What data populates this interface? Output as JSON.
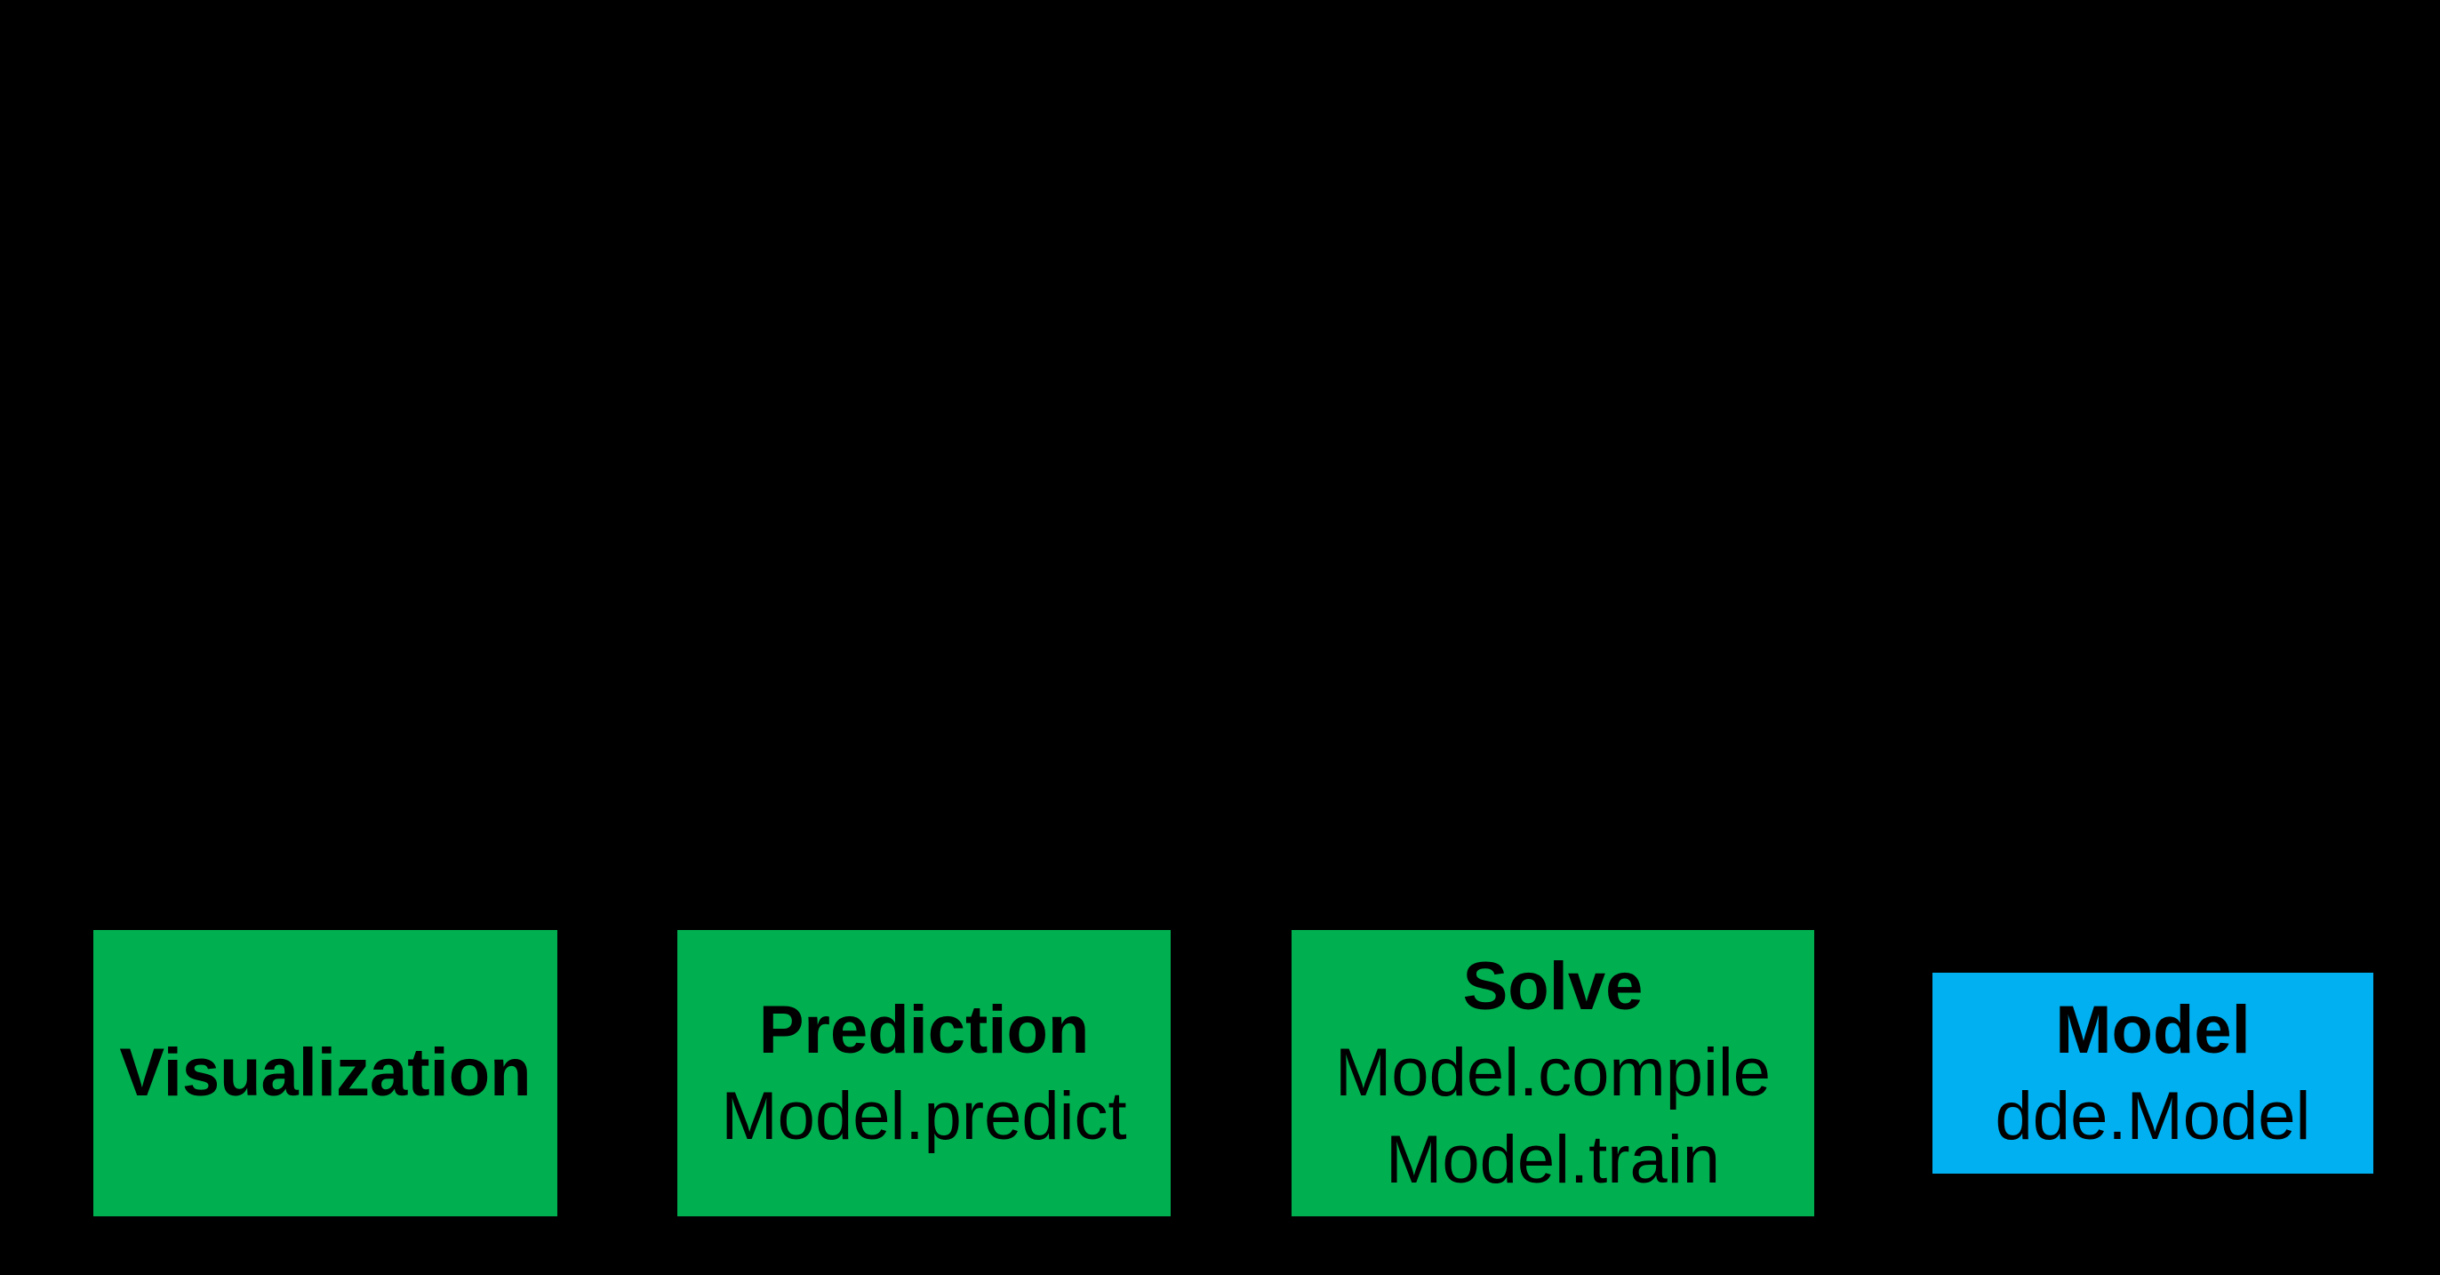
{
  "canvas": {
    "background": "#000000",
    "text_color": "#000000"
  },
  "palette": {
    "green": "#00B050",
    "blue": "#00B0F0"
  },
  "diagram": {
    "boxes": [
      {
        "title": "Visualization",
        "lines": [],
        "color": "#00B050"
      },
      {
        "title": "Prediction",
        "lines": [
          "Model.predict"
        ],
        "color": "#00B050"
      },
      {
        "title": "Solve",
        "lines": [
          "Model.compile",
          "Model.train"
        ],
        "color": "#00B050"
      },
      {
        "title": "Model",
        "lines": [
          "dde.Model"
        ],
        "color": "#00B0F0"
      }
    ]
  }
}
